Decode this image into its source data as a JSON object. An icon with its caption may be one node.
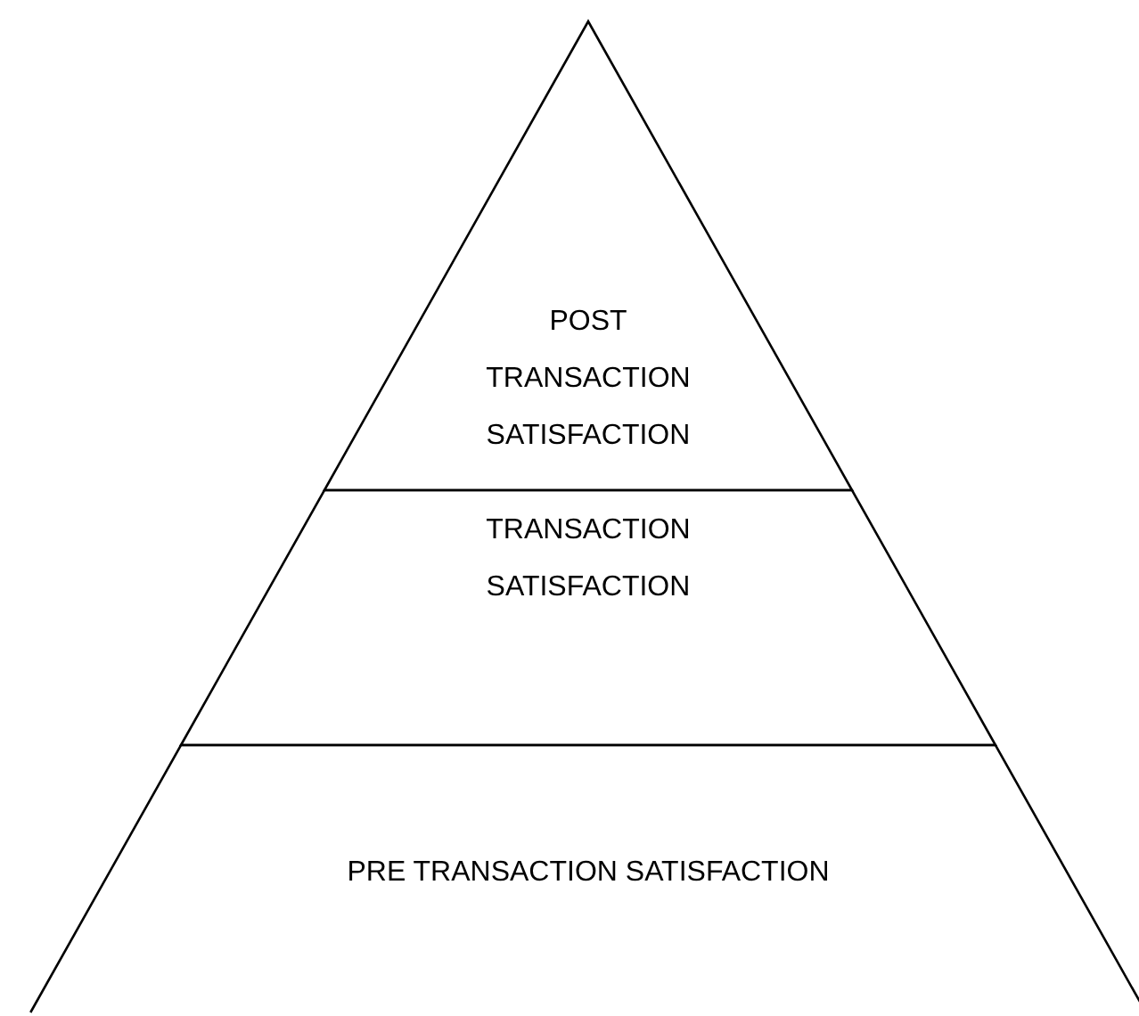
{
  "diagram": {
    "nodes": [
      {
        "text": [
          "POST TRANSACTION SATISFACTION"
        ]
      },
      {
        "text": [
          "TRANSACTION SATISFACTION"
        ]
      },
      {
        "text": [
          "PRE TRANSACTION SATISFACTION"
        ]
      }
    ]
  }
}
